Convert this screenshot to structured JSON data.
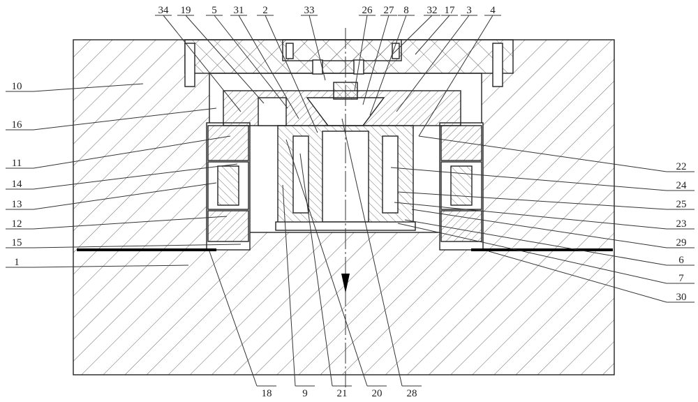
{
  "figure": {
    "title": "Mechanical assembly cross-section",
    "colors": {
      "line": "#222222",
      "hatch": "#555555",
      "parting": "#000000",
      "background": "#ffffff"
    },
    "labels_top": [
      "34",
      "19",
      "5",
      "31",
      "2",
      "33",
      "26",
      "27",
      "8",
      "32",
      "17",
      "3",
      "4"
    ],
    "labels_left": [
      "10",
      "16",
      "11",
      "14",
      "13",
      "12",
      "15",
      "1"
    ],
    "labels_right": [
      "22",
      "24",
      "25",
      "23",
      "29",
      "6",
      "7",
      "30"
    ],
    "labels_bottom": [
      "18",
      "9",
      "21",
      "20",
      "28"
    ]
  }
}
